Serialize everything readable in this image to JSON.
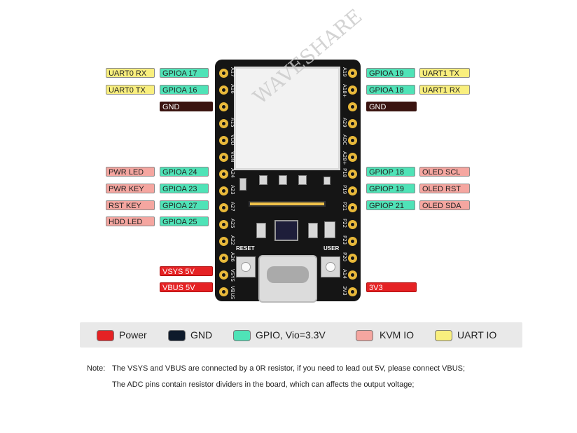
{
  "left_labels": {
    "uart0_rx": "UART0 RX",
    "gpioa17": "GPIOA 17",
    "uart0_tx": "UART0 TX",
    "gpioa16": "GPIOA 16",
    "gnd": "GND",
    "pwr_led": "PWR LED",
    "gpioa24": "GPIOA 24",
    "pwr_key": "PWR KEY",
    "gpioa23": "GPIOA 23",
    "rst_key": "RST KEY",
    "gpioa27": "GPIOA 27",
    "hdd_led": "HDD LED",
    "gpioa25": "GPIOA 25",
    "vsys": "VSYS 5V",
    "vbus": "VBUS 5V"
  },
  "right_labels": {
    "gpioa19": "GPIOA 19",
    "uart1_tx": "UART1 TX",
    "gpioa18": "GPIOA 18",
    "uart1_rx": "UART1 RX",
    "gnd": "GND",
    "gpiop18": "GPIOP 18",
    "oled_scl": "OLED SCL",
    "gpiop19": "GPIOP 19",
    "oled_rst": "OLED RST",
    "gpiop21": "GPIOP 21",
    "oled_sda": "OLED SDA",
    "v3v3": "3V3"
  },
  "board": {
    "reset_label": "RESET",
    "user_label": "USER",
    "watermark": "WAVESHARE",
    "silk_left": [
      "A17",
      "A16",
      "",
      "A15",
      "VDD",
      "VON",
      "A24",
      "A23",
      "A27",
      "A25",
      "A22",
      "A26",
      "VSYS",
      "VBUS"
    ],
    "silk_right": [
      "A19",
      "A18+",
      "",
      "A29",
      "ADC",
      "A28+",
      "P18",
      "P19",
      "P21",
      "P22",
      "P23",
      "P20",
      "A14",
      "3V3"
    ]
  },
  "legend": {
    "items": [
      {
        "label": "Power",
        "color": "#e52224"
      },
      {
        "label": "GND",
        "color": "#0e1a2b"
      },
      {
        "label": "GPIO, Vio=3.3V",
        "color": "#4fe3b7"
      },
      {
        "label": "KVM IO",
        "color": "#f5a6a0"
      },
      {
        "label": "UART IO",
        "color": "#f9ef7e"
      }
    ]
  },
  "note": {
    "prefix": "Note:",
    "line1": "The VSYS and VBUS are connected by a 0R resistor, if you need to lead out 5V, please connect VBUS;",
    "line2": "The ADC pins contain resistor dividers in the board, which can affects the output voltage;"
  }
}
